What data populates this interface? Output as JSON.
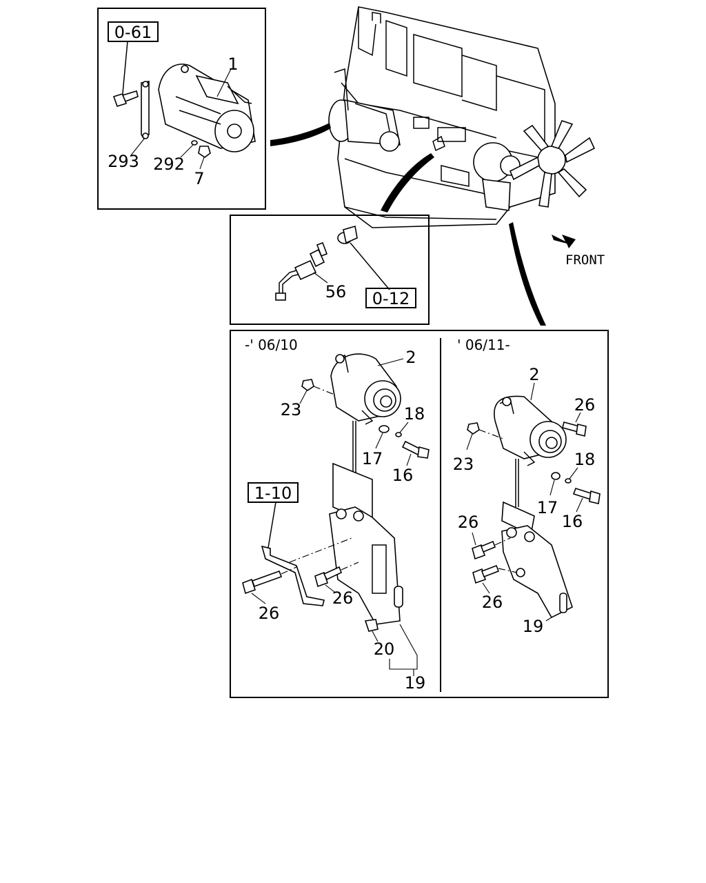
{
  "references": {
    "starter_ref": "0-61",
    "sensor_ref": "0-12",
    "bracket_ref": "1-10"
  },
  "direction_label": "FRONT",
  "periods": {
    "early": "-' 06/10",
    "late": "' 06/11-"
  },
  "callouts": {
    "starter": "1",
    "starter_strap": "293",
    "starter_washer": "292",
    "starter_nut": "7",
    "sensor": "56",
    "early_alternator": "2",
    "early_nut": "23",
    "early_washer": "18",
    "early_spacer": "17",
    "early_bolt": "16",
    "early_bracket_bolt_a": "26",
    "early_bracket_bolt_b": "26",
    "early_plug": "20",
    "early_bracket": "19",
    "late_alternator": "2",
    "late_top_bolt": "26",
    "late_nut": "23",
    "late_washer": "18",
    "late_spacer": "17",
    "late_bolt": "16",
    "late_bracket_bolt_a": "26",
    "late_bracket_bolt_b": "26",
    "late_bracket": "19"
  }
}
